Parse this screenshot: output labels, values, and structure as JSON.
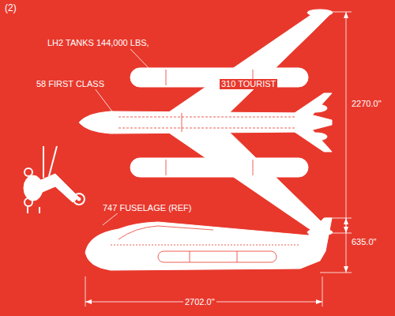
{
  "diagram": {
    "labels": [
      "(2)",
      "LH2 TANKS 144,000 LBS,",
      "58 FIRST CLASS",
      "310 TOURIST",
      "2270.0\"",
      "747 FUSELAGE (REF)",
      "635.0\"",
      "2702.0\""
    ]
  }
}
